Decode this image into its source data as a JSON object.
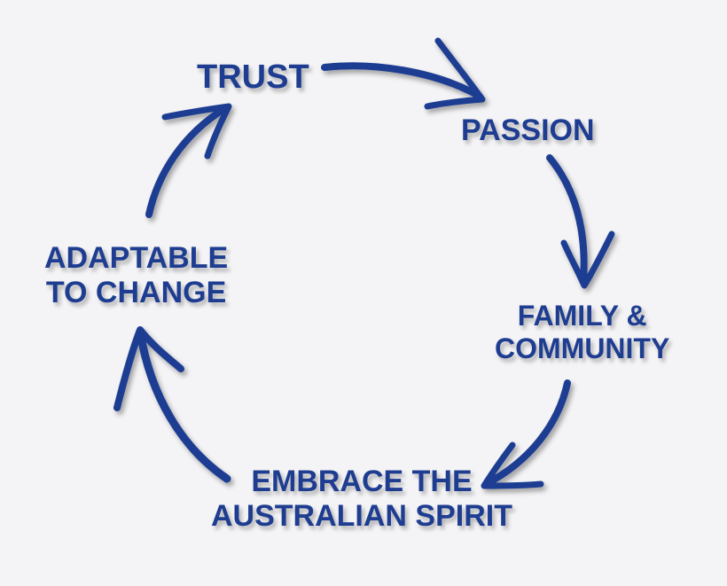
{
  "diagram": {
    "type": "cycle",
    "nodes": [
      {
        "id": "trust",
        "lines": [
          "TRUST"
        ]
      },
      {
        "id": "passion",
        "lines": [
          "PASSION"
        ]
      },
      {
        "id": "family",
        "lines": [
          "FAMILY &",
          "COMMUNITY"
        ]
      },
      {
        "id": "embrace",
        "lines": [
          "EMBRACE THE",
          "AUSTRALIAN SPIRIT"
        ]
      },
      {
        "id": "adaptable",
        "lines": [
          "ADAPTABLE",
          "TO CHANGE"
        ]
      }
    ],
    "edges": [
      {
        "from": "trust",
        "to": "passion"
      },
      {
        "from": "passion",
        "to": "family"
      },
      {
        "from": "family",
        "to": "embrace"
      },
      {
        "from": "embrace",
        "to": "adaptable"
      },
      {
        "from": "adaptable",
        "to": "trust"
      }
    ],
    "colors": {
      "ink": "#1e3d91",
      "background": "#f4f4f6"
    }
  }
}
